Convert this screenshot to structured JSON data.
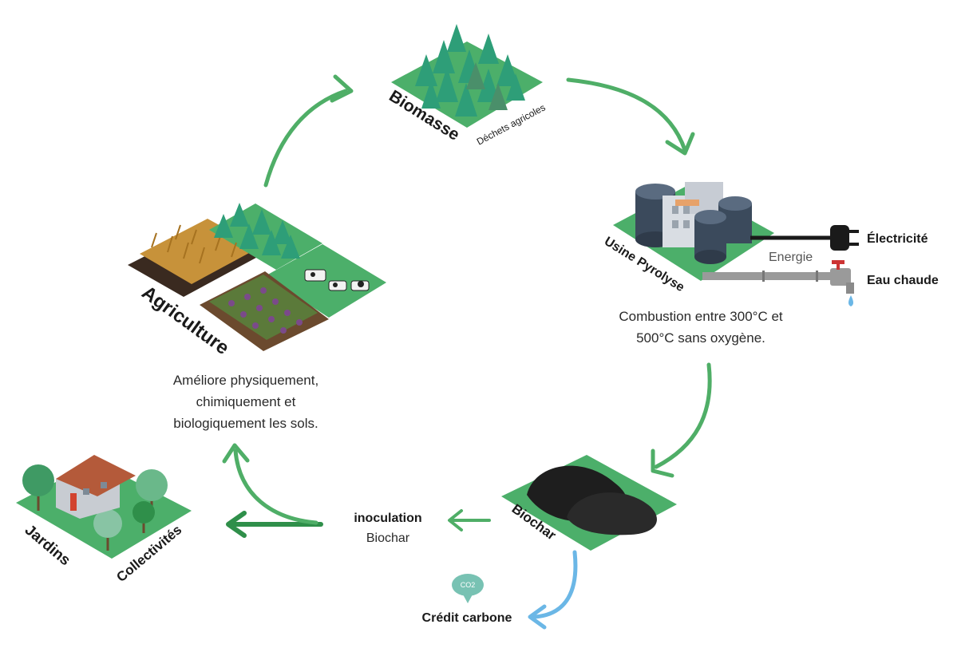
{
  "nodes": {
    "biomasse": {
      "title": "Biomasse",
      "subtitle": "Déchets agricoles"
    },
    "usine": {
      "title": "Usine Pyrolyse",
      "energy": "Energie",
      "electricity": "Électricité",
      "hot_water": "Eau chaude",
      "caption_line1": "Combustion entre 300°C et",
      "caption_line2": "500°C sans oxygène."
    },
    "biochar": {
      "title": "Biochar"
    },
    "inoculation": {
      "line1": "inoculation",
      "line2": "Biochar"
    },
    "credit": {
      "label": "Crédit carbone",
      "bubble": "CO2"
    },
    "jardins": {
      "title1": "Jardins",
      "title2": "Collectivités"
    },
    "agriculture": {
      "title": "Agriculture",
      "caption_line1": "Améliore physiquement,",
      "caption_line2": "chimiquement et",
      "caption_line3": "biologiquement les sols."
    }
  },
  "colors": {
    "arrow_green": "#4fae67",
    "arrow_dark_green": "#2f8f4a",
    "tile_green": "#4caf6a",
    "tree_green": "#2e9e78",
    "char_black": "#1e1e1e",
    "water_blue": "#6bb7e6",
    "pipe_grey": "#9a9a9a"
  },
  "icons": [
    "forest-tile-icon",
    "pyrolysis-plant-icon",
    "power-plug-icon",
    "water-tap-icon",
    "biochar-pile-icon",
    "co2-bubble-icon",
    "house-icon",
    "farm-tile-icon"
  ]
}
